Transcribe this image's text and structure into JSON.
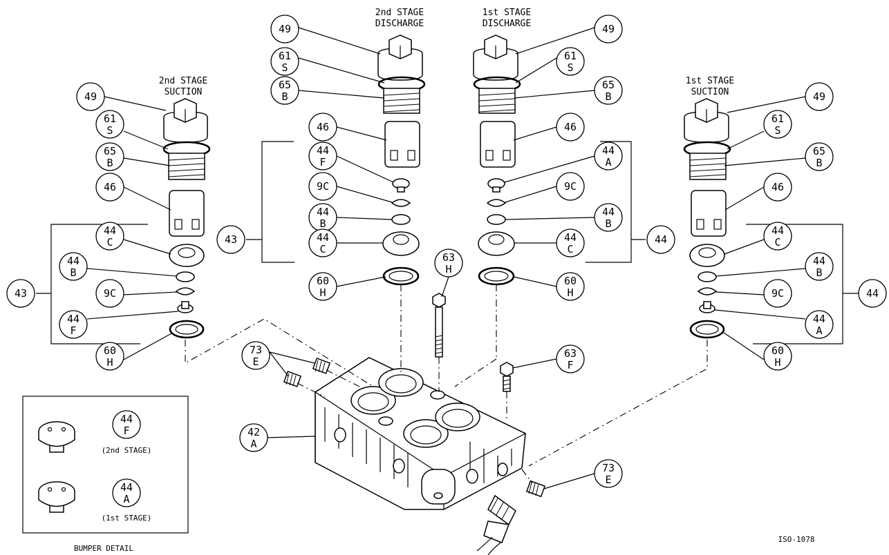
{
  "stage_labels": {
    "second_discharge": [
      "2nd STAGE",
      "DISCHARGE"
    ],
    "first_discharge": [
      "1st STAGE",
      "DISCHARGE"
    ],
    "second_suction": [
      "2nd STAGE",
      "SUCTION"
    ],
    "first_suction": [
      "1st STAGE",
      "SUCTION"
    ]
  },
  "callouts": {
    "c49_l": [
      "49"
    ],
    "c61s_l": [
      "61",
      "S"
    ],
    "c65b_l": [
      "65",
      "B"
    ],
    "c46_l": [
      "46"
    ],
    "c44c_l": [
      "44",
      "C"
    ],
    "c44b_l": [
      "44",
      "B"
    ],
    "c9c_l": [
      "9C"
    ],
    "c44f_l": [
      "44",
      "F"
    ],
    "c60h_l": [
      "60",
      "H"
    ],
    "c43_l": [
      "43"
    ],
    "c49_ml": [
      "49"
    ],
    "c61s_ml": [
      "61",
      "S"
    ],
    "c65b_ml": [
      "65",
      "B"
    ],
    "c46_ml": [
      "46"
    ],
    "c44f_ml": [
      "44",
      "F"
    ],
    "c9c_ml": [
      "9C"
    ],
    "c44b_ml": [
      "44",
      "B"
    ],
    "c43_ml": [
      "43"
    ],
    "c44c_ml": [
      "44",
      "C"
    ],
    "c60h_ml": [
      "60",
      "H"
    ],
    "c63h": [
      "63",
      "H"
    ],
    "c49_mr": [
      "49"
    ],
    "c61s_mr": [
      "61",
      "S"
    ],
    "c65b_mr": [
      "65",
      "B"
    ],
    "c46_mr": [
      "46"
    ],
    "c44a_mr": [
      "44",
      "A"
    ],
    "c9c_mr": [
      "9C"
    ],
    "c44b_mr": [
      "44",
      "B"
    ],
    "c44_mr": [
      "44"
    ],
    "c44c_mr": [
      "44",
      "C"
    ],
    "c60h_mr": [
      "60",
      "H"
    ],
    "c63f": [
      "63",
      "F"
    ],
    "c49_r": [
      "49"
    ],
    "c61s_r": [
      "61",
      "S"
    ],
    "c65b_r": [
      "65",
      "B"
    ],
    "c46_r": [
      "46"
    ],
    "c44c_r": [
      "44",
      "C"
    ],
    "c44b_r": [
      "44",
      "B"
    ],
    "c9c_r": [
      "9C"
    ],
    "c44a_r": [
      "44",
      "A"
    ],
    "c60h_r": [
      "60",
      "H"
    ],
    "c44_r": [
      "44"
    ],
    "c73e_t": [
      "73",
      "E"
    ],
    "c42a": [
      "42",
      "A"
    ],
    "c73e_b": [
      "73",
      "E"
    ],
    "c44f_d": [
      "44",
      "F"
    ],
    "c44a_d": [
      "44",
      "A"
    ]
  },
  "bumper_detail": {
    "title": "BUMPER DETAIL",
    "second_stage_note": "(2nd STAGE)",
    "first_stage_note": "(1st STAGE)"
  },
  "drawing_number": "ISO-1078"
}
